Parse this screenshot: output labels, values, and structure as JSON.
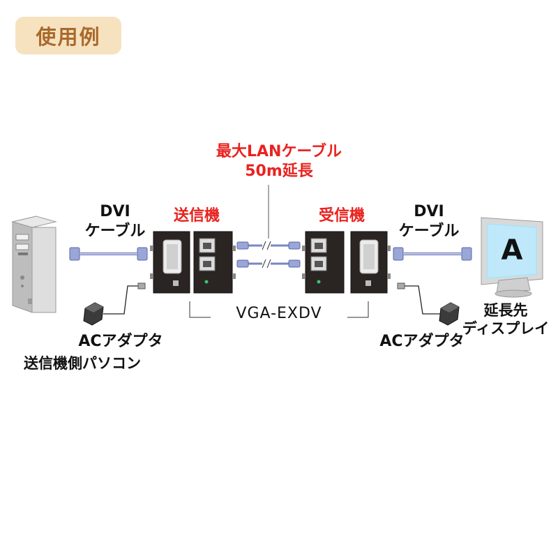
{
  "badge": "使用例",
  "lan": {
    "line1": "最大LANケーブル",
    "line2": "50m延長"
  },
  "sender_label": "送信機",
  "receiver_label": "受信機",
  "dvi_left": {
    "line1": "DVI",
    "line2": "ケーブル"
  },
  "dvi_right": {
    "line1": "DVI",
    "line2": "ケーブル"
  },
  "model": "VGA-EXDV",
  "ac_left": "ACアダプタ",
  "ac_right": "ACアダプタ",
  "pc_label": "送信機側パソコン",
  "display_label": {
    "line1": "延長先",
    "line2": "ディスプレイ"
  },
  "monitor_letter": "A",
  "colors": {
    "accent_red": "#e8231f",
    "badge_bg": "#f7e2c0",
    "badge_text": "#a86a2c",
    "device": "#2a2522",
    "cable": "#9aa6d8"
  }
}
